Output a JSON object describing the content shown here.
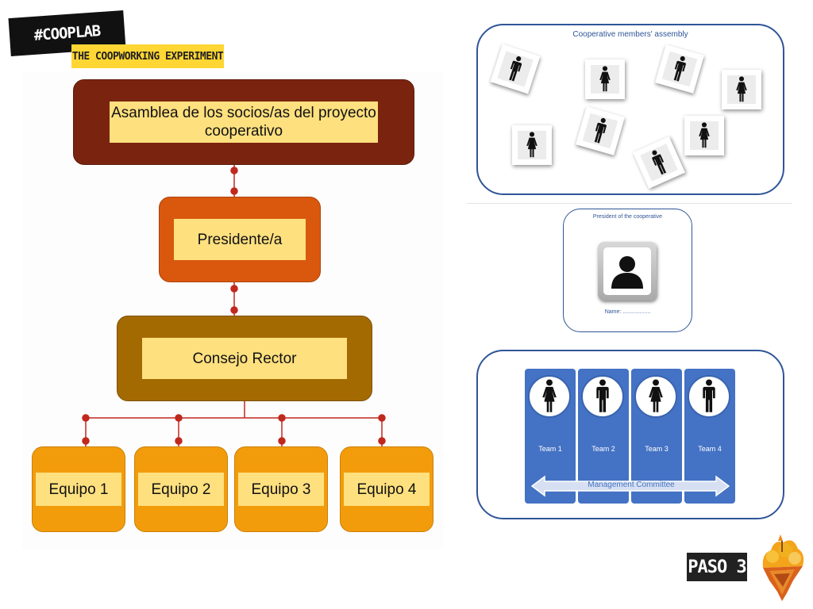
{
  "header": {
    "hashtag": "#COOPLAB",
    "subtitle": "THE COOPWORKING EXPERIMENT"
  },
  "org_chart": {
    "assembly": "Asamblea de los socios/as del proyecto cooperativo",
    "president": "Presidente/a",
    "council": "Consejo Rector",
    "teams": [
      "Equipo 1",
      "Equipo 2",
      "Equipo 3",
      "Equipo 4"
    ],
    "colors": {
      "assembly": "#7A2410",
      "president": "#D9580E",
      "council": "#A46A02",
      "teams": "#F39C0B",
      "label_box": "#FFE07F",
      "connector": "#C0281E"
    }
  },
  "assembly_panel": {
    "title": "Cooperative members' assembly",
    "icons": [
      "man-icon",
      "woman-icon",
      "man-icon",
      "woman-icon",
      "woman-icon",
      "man-icon",
      "man-icon",
      "woman-icon"
    ]
  },
  "president_panel": {
    "title": "President of the cooperative",
    "name_line": "Name: ..................",
    "icon": "person-silhouette-icon"
  },
  "committee_panel": {
    "teams": [
      {
        "label": "Team 1",
        "icon": "woman-icon"
      },
      {
        "label": "Team 2",
        "icon": "man-icon"
      },
      {
        "label": "Team 3",
        "icon": "woman-icon"
      },
      {
        "label": "Team 4",
        "icon": "man-icon"
      }
    ],
    "arrow_label": "Management Committee",
    "color": "#4472C4"
  },
  "footer": {
    "step": "PASO 3",
    "logo_icon": "floating-island-icon"
  }
}
